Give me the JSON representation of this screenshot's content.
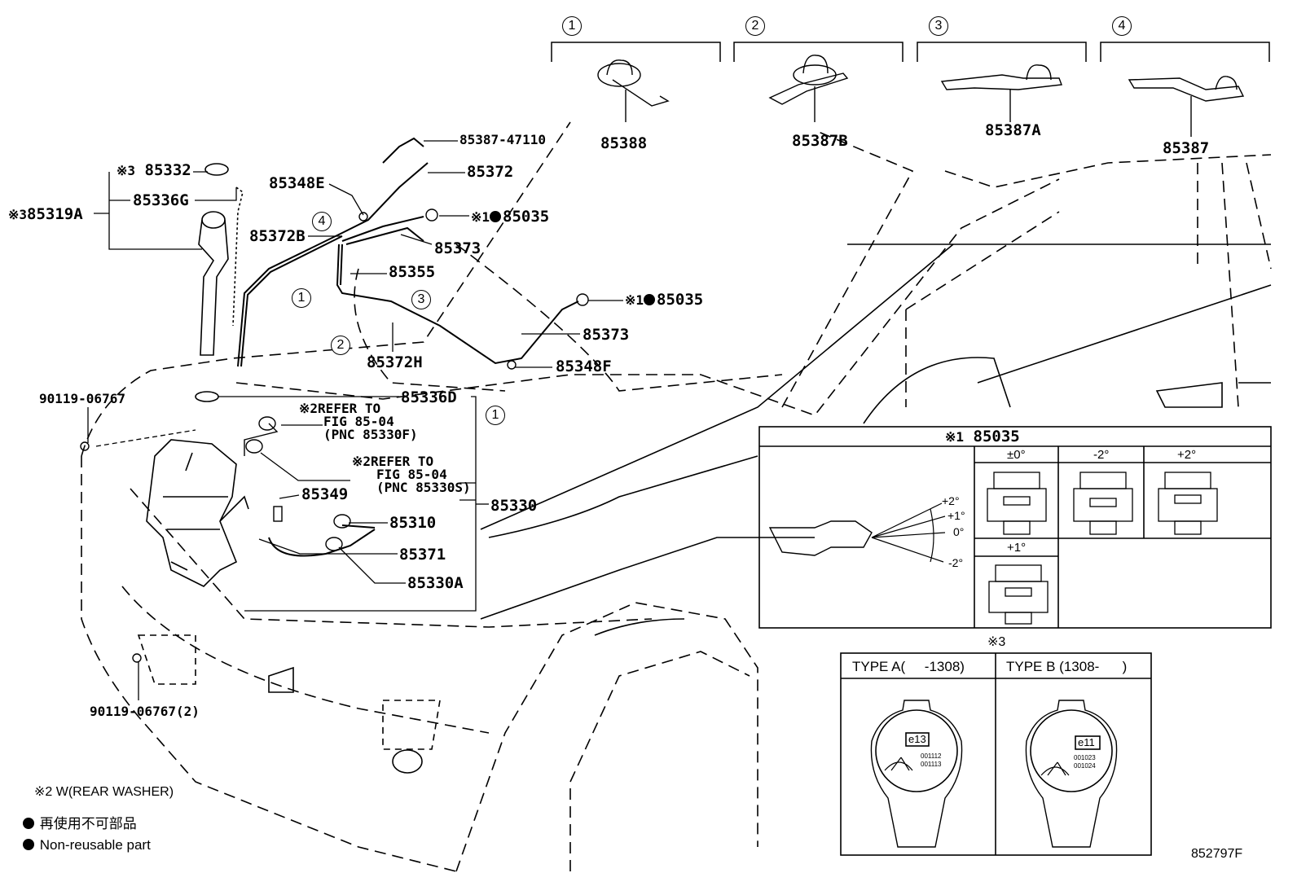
{
  "diagram_id": "852797F",
  "callouts": {
    "c1": "1",
    "c2": "2",
    "c3": "3",
    "c4": "4"
  },
  "details": {
    "d1_part": "85388",
    "d2_part": "85387B",
    "d3_part": "85387A",
    "d4_part": "85387"
  },
  "parts": {
    "p85387_47110": "85387-47110",
    "p85372": "85372",
    "p85348E": "85348E",
    "p85035_a": "85035",
    "p85035_b": "85035",
    "p85372B": "85372B",
    "p85373_a": "85373",
    "p85355": "85355",
    "p85373_b": "85373",
    "p85372H": "85372H",
    "p85348F": "85348F",
    "p85332": "85332",
    "p85336G": "85336G",
    "p85319A": "85319A",
    "p90119_a": "90119-06767",
    "p85336D": "85336D",
    "p85349": "85349",
    "p85310": "85310",
    "p85371": "85371",
    "p85330A": "85330A",
    "p85330": "85330",
    "p90119_b": "90119-06767(2)"
  },
  "marks": {
    "m1": "※1",
    "m2": "※2",
    "m3": "※3"
  },
  "refs": {
    "ref1_line1": "REFER TO",
    "ref1_line2": "FIG 85-04",
    "ref1_line3": "(PNC 85330F)",
    "ref2_line1": "REFER TO",
    "ref2_line2": "FIG 85-04",
    "ref2_line3": "(PNC 85330S)"
  },
  "nozzle_box": {
    "title": "85035",
    "angle_0": "±0°",
    "angle_m2": "-2°",
    "angle_p2": "+2°",
    "angle_p1": "+1°",
    "spray_p2": "+2°",
    "spray_p1": "+1°",
    "spray_0": "0°",
    "spray_m2": "-2°"
  },
  "cap_box": {
    "type_a": "TYPE A(     -1308)",
    "type_b": "TYPE B (1308-      )",
    "cap_a_code": "e13",
    "cap_b_code": "e11",
    "cap_a_num1": "001112",
    "cap_a_num2": "001113",
    "cap_b_num1": "001023",
    "cap_b_num2": "001024"
  },
  "legend": {
    "note2": "※2 W(REAR WASHER)",
    "non_reuse_jp": "再使用不可部品",
    "non_reuse_en": "Non-reusable part"
  }
}
